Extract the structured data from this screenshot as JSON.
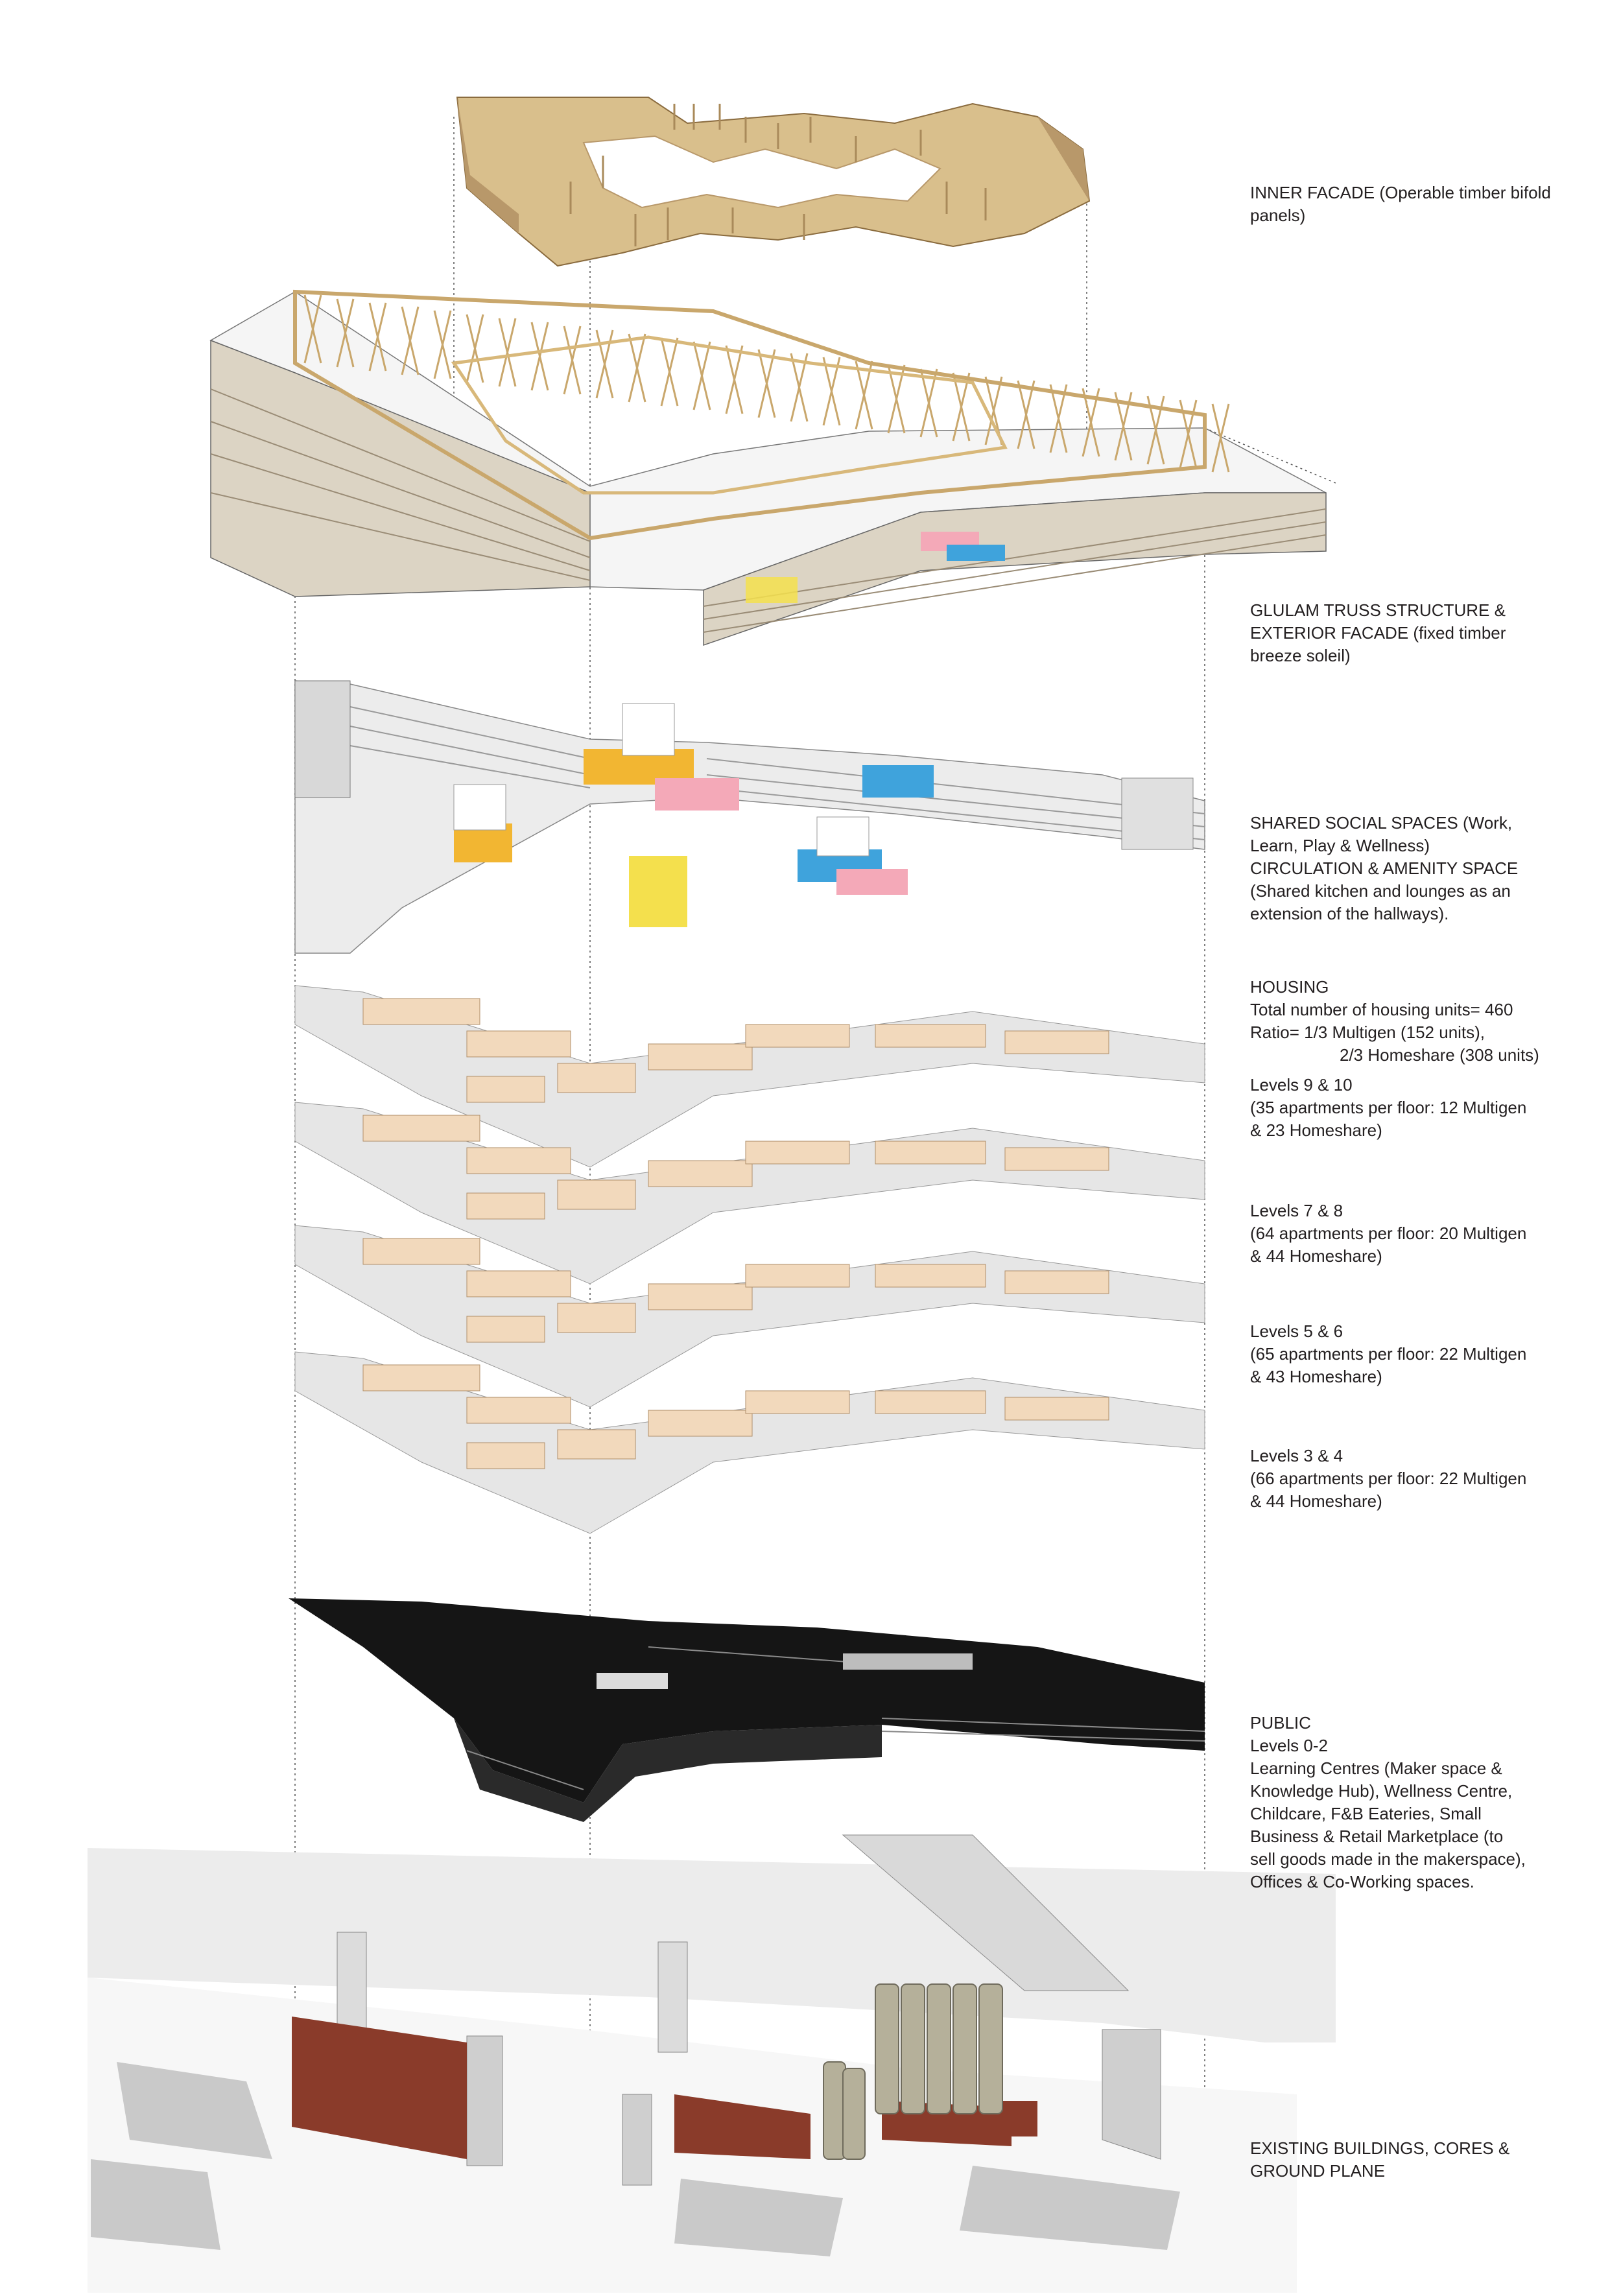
{
  "labels": {
    "inner_facade": [
      "INNER FACADE (Operable timber bifold",
      "panels)"
    ],
    "truss": [
      "GLULAM TRUSS STRUCTURE &",
      "EXTERIOR FACADE (fixed timber",
      "breeze soleil)"
    ],
    "social": [
      "SHARED SOCIAL SPACES (Work,",
      "Learn, Play & Wellness)",
      "CIRCULATION & AMENITY SPACE",
      "(Shared kitchen and lounges as an",
      "extension of the hallways)."
    ],
    "housing": {
      "title": "HOUSING",
      "total": "Total number of housing units= 460",
      "ratio_1": "Ratio= 1/3 Multigen (152 units),",
      "ratio_2": "2/3 Homeshare (308 units)",
      "levels": [
        {
          "name": "Levels 9 & 10",
          "line1": "(35 apartments per floor: 12 Multigen",
          "line2": "& 23 Homeshare)"
        },
        {
          "name": "Levels 7 & 8",
          "line1": "(64 apartments per floor: 20 Multigen",
          "line2": "& 44 Homeshare)"
        },
        {
          "name": "Levels 5 & 6",
          "line1": "(65 apartments per floor: 22 Multigen",
          "line2": "& 43 Homeshare)"
        },
        {
          "name": "Levels 3 & 4",
          "line1": "(66 apartments per floor: 22 Multigen",
          "line2": "& 44 Homeshare)"
        }
      ]
    },
    "public": [
      "PUBLIC",
      "Levels 0-2",
      "Learning Centres (Maker space &",
      "Knowledge Hub), Wellness Centre,",
      "Childcare, F&B Eateries, Small",
      "Business & Retail Marketplace (to",
      "sell goods made in the makerspace),",
      "Offices & Co-Working spaces."
    ],
    "existing": [
      "EXISTING BUILDINGS, CORES &",
      "GROUND PLANE"
    ]
  },
  "colors": {
    "timber": "#d9bf8c",
    "timber_dark": "#b8986a",
    "unit": "#f2d9bc",
    "slab": "#e6e6e6",
    "social_yellow": "#f4e04d",
    "social_orange": "#f2b632",
    "social_pink": "#f4a9b8",
    "social_blue": "#3fa3dc",
    "public": "#151515",
    "brick": "#8a3b2a",
    "silo": "#b5b09a"
  }
}
